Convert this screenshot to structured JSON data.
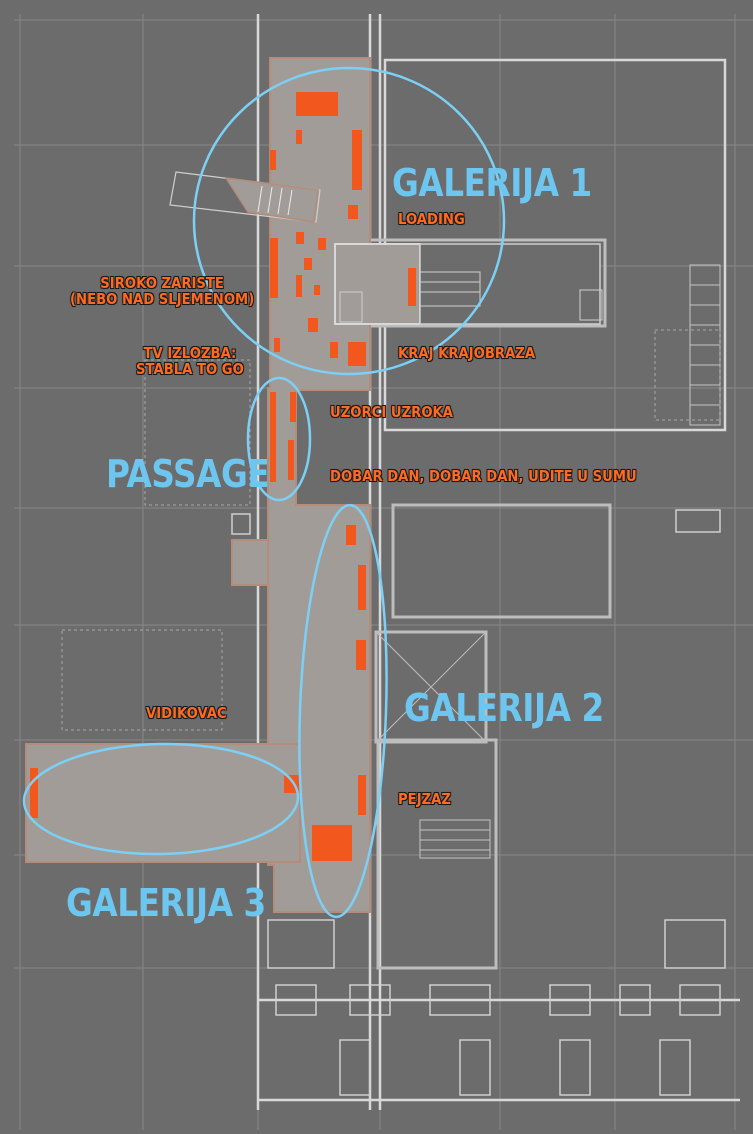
{
  "zones": {
    "galerija1": "GALERIJA 1",
    "passage": "PASSAGE",
    "galerija2": "GALERIJA 2",
    "galerija3": "GALERIJA 3"
  },
  "annotations": {
    "loading": "LOADING",
    "siroko_zariste": "SIROKO ZARISTE\n(NEBO NAD SLJEMENOM)",
    "tv_izlozba": "TV IZLOZBA:\nSTABLA TO GO",
    "kraj_krajobraza": "KRAJ KRAJOBRAZA",
    "uzorci_uzroka": "UZORCI UZROKA",
    "dobar_dan": "DOBAR DAN, DOBAR DAN, UDITE U SUMU",
    "vidikovac": "VIDIKOVAC",
    "pejzaz": "PEJZAZ"
  },
  "colors": {
    "background": "#6c6c6c",
    "zone_outline": "#7cd0f5",
    "zone_label": "#6cc6ef",
    "exhibit_fill": "#f2581e",
    "gallery_floor": "#a29c98",
    "annotation_text": "#ff6a22"
  }
}
